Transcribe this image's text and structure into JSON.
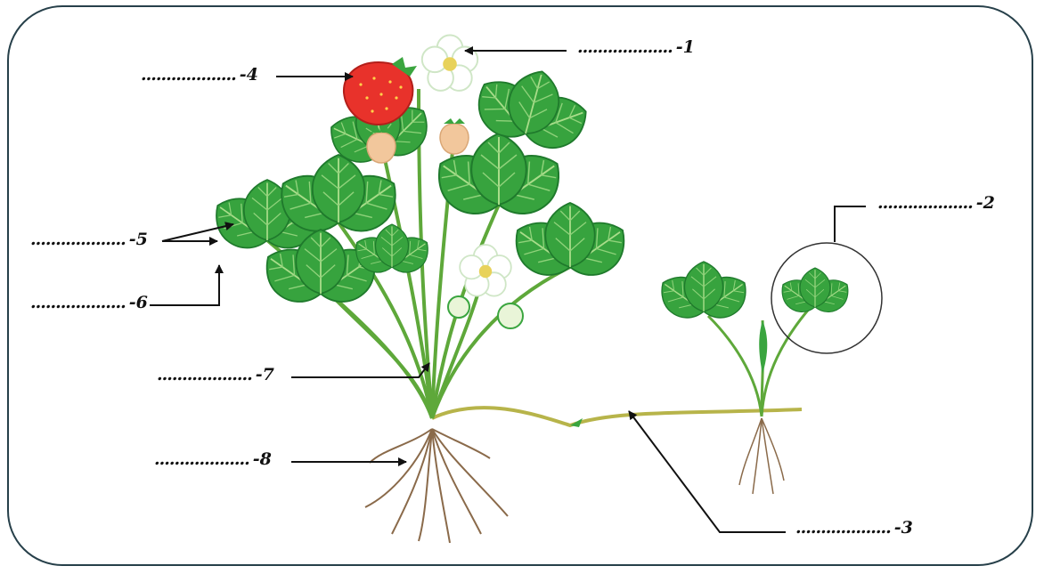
{
  "diagram": {
    "labels": [
      {
        "id": "1",
        "blank": "...................",
        "number": "-1"
      },
      {
        "id": "2",
        "blank": "...................",
        "number": "-2"
      },
      {
        "id": "3",
        "blank": "...................",
        "number": "-3"
      },
      {
        "id": "4",
        "blank": "...................",
        "number": "-4"
      },
      {
        "id": "5",
        "blank": "...................",
        "number": "-5"
      },
      {
        "id": "6",
        "blank": "...................",
        "number": "-6"
      },
      {
        "id": "7",
        "blank": "...................",
        "number": "-7"
      },
      {
        "id": "8",
        "blank": "...................",
        "number": "-8"
      }
    ],
    "colors": {
      "frame": "#27404a",
      "leaf": "#3aa53f",
      "leaf_dark": "#1f7a2c",
      "stem": "#6db33f",
      "strawberry": "#e8322b",
      "unripe": "#f2c79c",
      "flower": "#ffffff",
      "flower_center": "#e8d25a",
      "runner": "#b7b44a",
      "root": "#8a6a4a",
      "arrow": "#111111"
    }
  }
}
